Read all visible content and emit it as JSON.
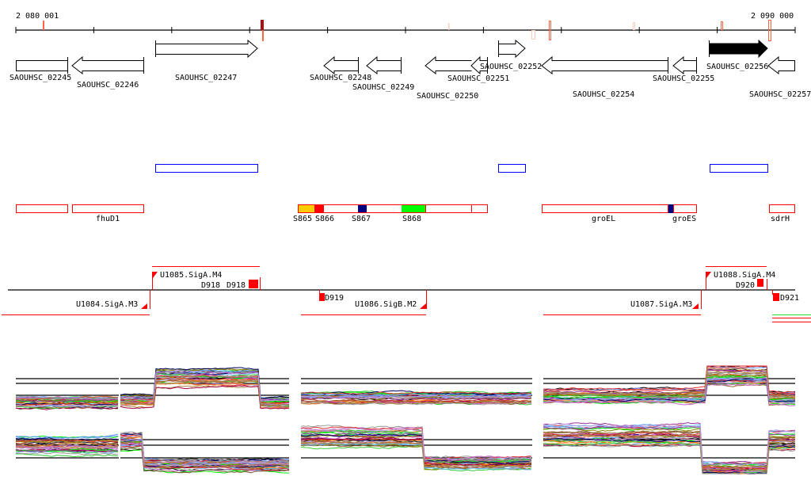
{
  "ruler": {
    "start_label": "2 080 001",
    "end_label": "2 090 000",
    "start": 2080001,
    "end": 2090000
  },
  "genes": [
    {
      "id": "SAOUHSC_02245",
      "strand": "-",
      "label": "SAOUHSC_02245"
    },
    {
      "id": "SAOUHSC_02246",
      "strand": "-",
      "label": "SAOUHSC_02246"
    },
    {
      "id": "SAOUHSC_02247",
      "strand": "+",
      "label": "SAOUHSC_02247"
    },
    {
      "id": "SAOUHSC_02248",
      "strand": "-",
      "label": "SAOUHSC_02248"
    },
    {
      "id": "SAOUHSC_02249",
      "strand": "-",
      "label": "SAOUHSC_02249"
    },
    {
      "id": "SAOUHSC_02250",
      "strand": "-",
      "label": "SAOUHSC_02250"
    },
    {
      "id": "SAOUHSC_02251",
      "strand": "-",
      "label": "SAOUHSC_02251"
    },
    {
      "id": "SAOUHSC_02252",
      "strand": "+",
      "label": "SAOUHSC_02252"
    },
    {
      "id": "SAOUHSC_02254",
      "strand": "-",
      "label": "SAOUHSC_02254"
    },
    {
      "id": "SAOUHSC_02255",
      "strand": "-",
      "label": "SAOUHSC_02255"
    },
    {
      "id": "SAOUHSC_02256",
      "strand": "+",
      "label": "SAOUHSC_02256",
      "highlighted": true
    },
    {
      "id": "SAOUHSC_02257",
      "strand": "-",
      "label": "SAOUHSC_02257"
    }
  ],
  "annotations": {
    "fhuD1": "fhuD1",
    "s865": "S865",
    "s866": "S866",
    "s867": "S867",
    "s868": "S868",
    "groEL": "groEL",
    "groES": "groES",
    "sdrH": "sdrH"
  },
  "transcripts": {
    "u1084": "U1084.SigA.M3",
    "u1085": "U1085.SigA.M4",
    "u1086": "U1086.SigB.M2",
    "u1087": "U1087.SigA.M3",
    "u1088": "U1088.SigA.M4",
    "d918": "D918",
    "d919": "D919",
    "d920": "D920",
    "d921": "D921"
  },
  "colors": {
    "sRNA_orange": "#ffcc00",
    "sRNA_red": "#ff0000",
    "sRNA_navy": "#000080",
    "sRNA_green": "#00ff00",
    "feature_red": "#ff0000",
    "feature_blue": "#0000ff",
    "mark_orange": "#ff6644",
    "mark_dark": "#aa1111"
  },
  "expression_profiles": {
    "strand_plus": [
      {
        "segments": [
          [
            0,
            1,
            0.2
          ]
        ]
      },
      {
        "segments": [
          [
            0,
            0.2,
            0.25
          ],
          [
            0.2,
            0.83,
            0.75
          ],
          [
            0.83,
            1,
            0.2
          ]
        ]
      },
      {
        "segments": [
          [
            0,
            1,
            0.3
          ]
        ]
      },
      {
        "segments": [
          [
            0,
            0.65,
            0.35
          ],
          [
            0.65,
            0.89,
            0.8
          ],
          [
            0.89,
            1,
            0.3
          ]
        ]
      }
    ],
    "strand_minus": [
      {
        "segments": [
          [
            0,
            1,
            0.55
          ]
        ]
      },
      {
        "segments": [
          [
            0,
            0.14,
            0.6
          ],
          [
            0.14,
            1,
            0.15
          ]
        ]
      },
      {
        "segments": [
          [
            0,
            0.53,
            0.7
          ],
          [
            0.53,
            1,
            0.2
          ]
        ]
      },
      {
        "segments": [
          [
            0,
            0.63,
            0.75
          ],
          [
            0.63,
            0.89,
            0.1
          ],
          [
            0.89,
            1,
            0.65
          ]
        ]
      }
    ]
  }
}
